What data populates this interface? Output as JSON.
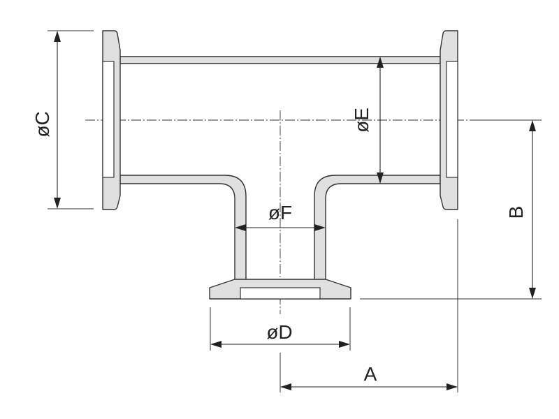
{
  "drawing": {
    "part": "tee-reducer",
    "line_color": "#333333",
    "fill_color": "#e0e0e0",
    "labels": {
      "dim_c": "øC",
      "dim_e": "øE",
      "dim_f": "øF",
      "dim_d": "øD",
      "dim_b": "B",
      "dim_a": "A"
    }
  }
}
